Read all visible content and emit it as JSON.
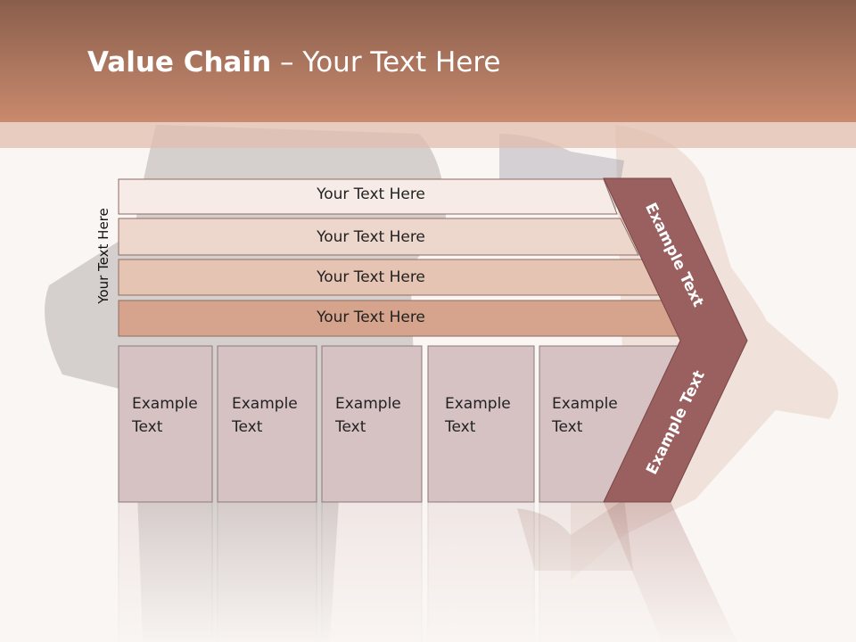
{
  "slide": {
    "title_bold": "Value Chain",
    "title_rest": " – Your Text Here",
    "side_label": "Your Text Here"
  },
  "rows": [
    {
      "label": "Your Text Here",
      "color": "#f6ebe6"
    },
    {
      "label": "Your Text Here",
      "color": "#edd6cc"
    },
    {
      "label": "Your Text Here",
      "color": "#e6c4b4"
    },
    {
      "label": "Your Text Here",
      "color": "#d6a48c"
    }
  ],
  "columns": [
    {
      "line1": "Example",
      "line2": "Text"
    },
    {
      "line1": "Example",
      "line2": "Text"
    },
    {
      "line1": "Example",
      "line2": "Text"
    },
    {
      "line1": "Example",
      "line2": "Text"
    },
    {
      "line1": "Example",
      "line2": "Text"
    }
  ],
  "arrow": {
    "upper_label": "Example Text",
    "lower_label": "Example Text",
    "color": "#9a5f5f"
  },
  "colors": {
    "column_fill": "#d7c2c3",
    "title_bar_top": "#8a5e4c",
    "title_bar_bottom": "#c98a6e"
  }
}
